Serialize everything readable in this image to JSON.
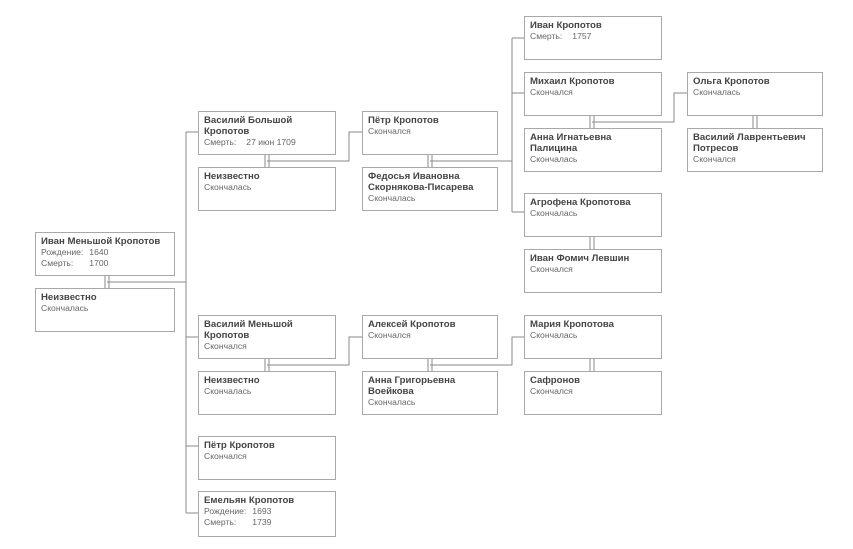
{
  "people": {
    "p0": {
      "name": "Иван Меньшой Кропотов",
      "status": "",
      "birth_label": "Рождение:",
      "birth": "1640",
      "death_label": "Смерть:",
      "death": "1700"
    },
    "p1": {
      "name": "Неизвестно",
      "status": "Скончалась"
    },
    "p2": {
      "name": "Василий Большой Кропотов",
      "status": "",
      "death_label": "Смерть:",
      "death": "27 июн 1709"
    },
    "p3": {
      "name": "Неизвестно",
      "status": "Скончалась"
    },
    "p4": {
      "name": "Пётр Кропотов",
      "status": "Скончался"
    },
    "p5": {
      "name": "Федосья Ивановна Скорнякова-Писарева",
      "status": "Скончалась"
    },
    "p6": {
      "name": "Иван Кропотов",
      "status": "",
      "death_label": "Смерть:",
      "death": "1757"
    },
    "p7": {
      "name": "Михаил Кропотов",
      "status": "Скончался"
    },
    "p8": {
      "name": "Анна Игнатьевна Палицина",
      "status": "Скончалась"
    },
    "p9": {
      "name": "Ольга Кропотов",
      "status": "Скончалась"
    },
    "p10": {
      "name": "Василий Лаврентьевич Потресов",
      "status": "Скончался"
    },
    "p11": {
      "name": "Агрофена Кропотова",
      "status": "Скончалась"
    },
    "p12": {
      "name": "Иван Фомич Левшин",
      "status": "Скончался"
    },
    "p13": {
      "name": "Василий Меньшой Кропотов",
      "status": "Скончался"
    },
    "p14": {
      "name": "Неизвестно",
      "status": "Скончалась"
    },
    "p15": {
      "name": "Алексей Кропотов",
      "status": "Скончался"
    },
    "p16": {
      "name": "Анна Григорьевна Воейкова",
      "status": "Скончалась"
    },
    "p17": {
      "name": "Мария Кропотова",
      "status": "Скончалась"
    },
    "p18": {
      "name": "Сафронов",
      "status": "Скончался"
    },
    "p19": {
      "name": "Пётр Кропотов",
      "status": "Скончался"
    },
    "p20": {
      "name": "Емельян Кропотов",
      "status": "",
      "birth_label": "Рождение:",
      "birth": "1693",
      "death_label": "Смерть:",
      "death": "1739"
    }
  }
}
